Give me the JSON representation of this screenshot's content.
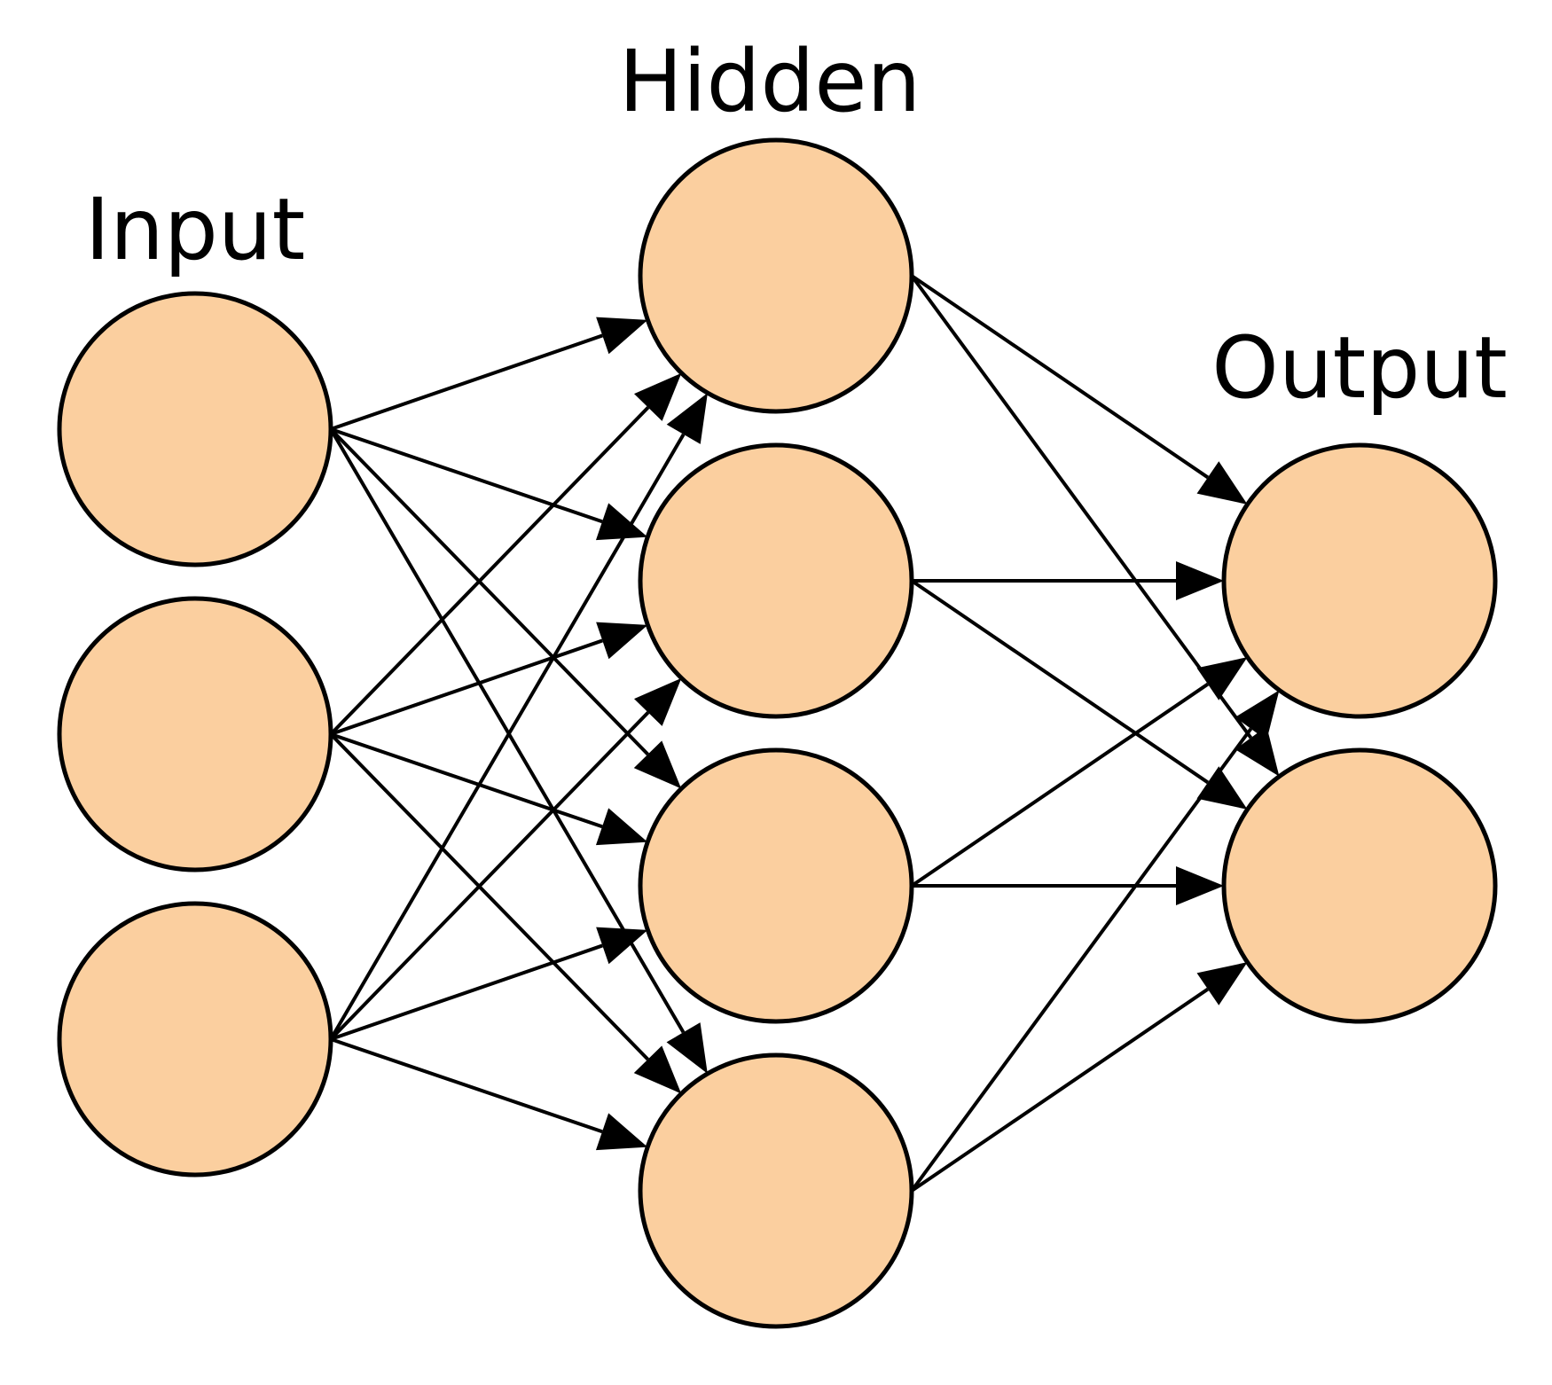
{
  "layers": [
    {
      "id": "input",
      "label": "Input",
      "node_count": 3
    },
    {
      "id": "hidden",
      "label": "Hidden",
      "node_count": 4
    },
    {
      "id": "output",
      "label": "Output",
      "node_count": 2
    }
  ],
  "connectivity": "fully-connected",
  "colors": {
    "node_fill": "#FBCF9F",
    "node_stroke": "#000000",
    "edge": "#000000",
    "background": "#FFFFFF"
  }
}
